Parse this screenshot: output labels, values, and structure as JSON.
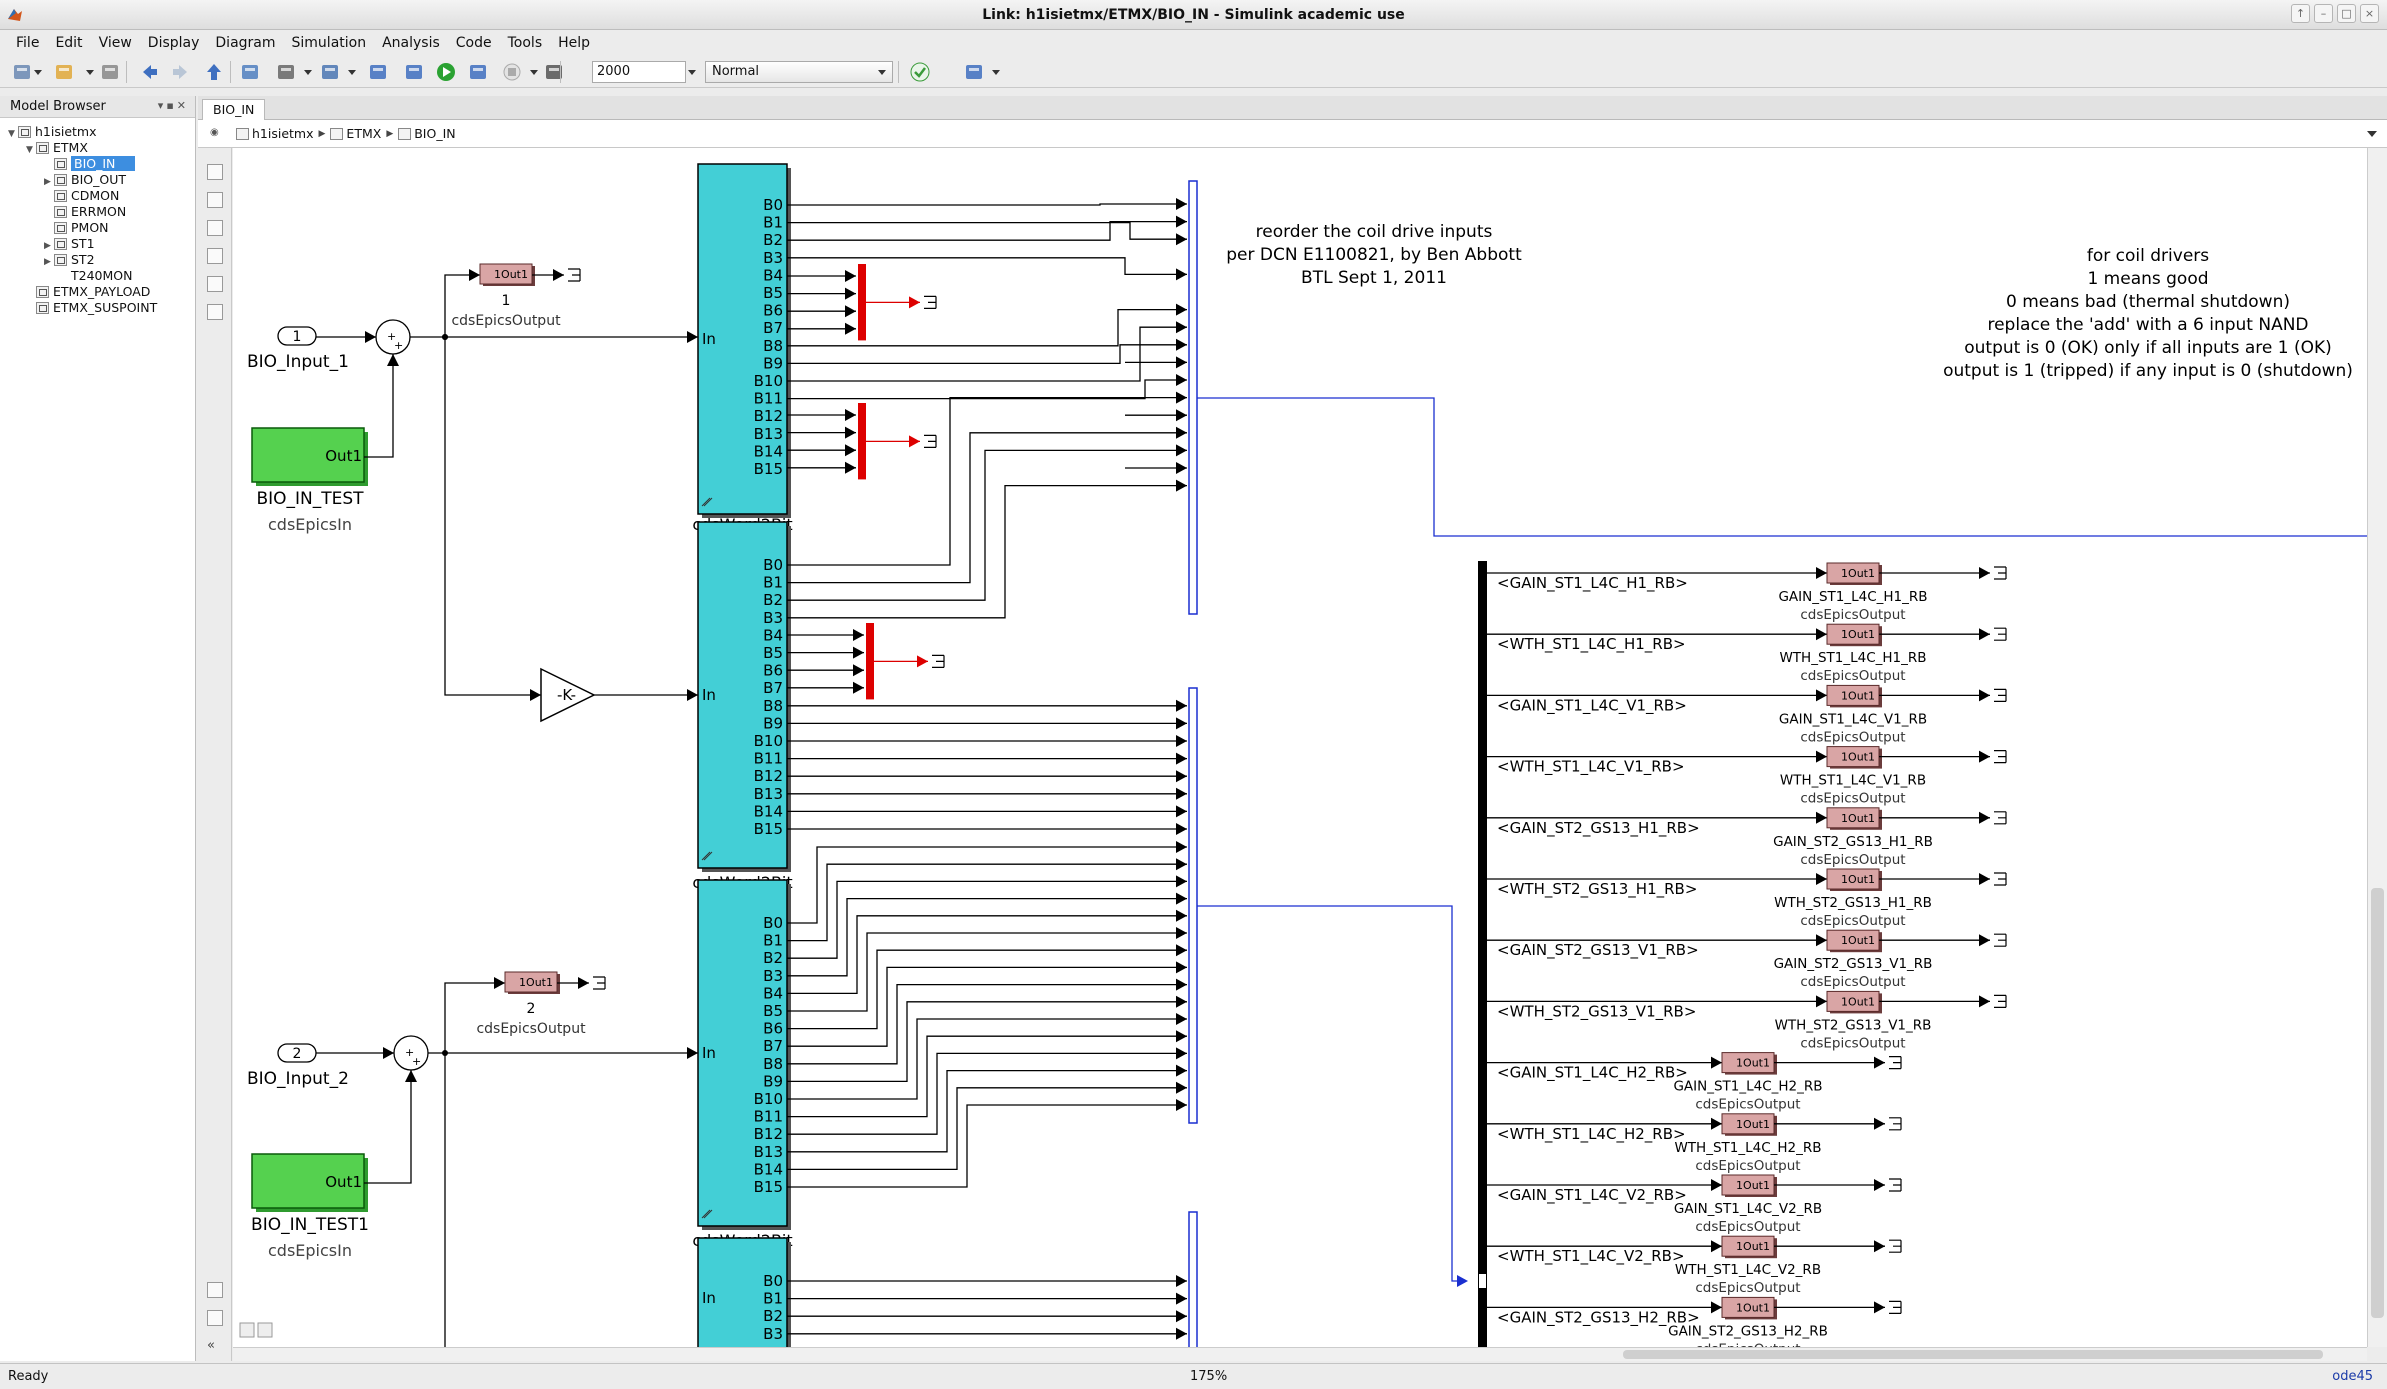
{
  "window": {
    "title": "Link: h1isietmx/ETMX/BIO_IN - Simulink academic use"
  },
  "menu": [
    "File",
    "Edit",
    "View",
    "Display",
    "Diagram",
    "Simulation",
    "Analysis",
    "Code",
    "Tools",
    "Help"
  ],
  "toolbar": {
    "stop_time": "2000",
    "sim_mode": "Normal"
  },
  "icons": [
    "new-model-icon",
    "open-icon",
    "save-icon",
    "back-icon",
    "forward-icon",
    "up-icon",
    "library-browser-icon",
    "model-config-icon",
    "grid-icon",
    "step-back-icon",
    "run-icon",
    "step-forward-icon",
    "stop-icon",
    "scope-icon",
    "check-icon",
    "table-icon"
  ],
  "browser": {
    "title": "Model Browser",
    "tree": [
      {
        "label": "h1isietmx",
        "indent": 0,
        "expander": "▼",
        "icon": true
      },
      {
        "label": "ETMX",
        "indent": 1,
        "expander": "▼",
        "icon": true
      },
      {
        "label": "BIO_IN",
        "indent": 2,
        "expander": "",
        "icon": true,
        "selected": true
      },
      {
        "label": "BIO_OUT",
        "indent": 2,
        "expander": "▶",
        "icon": true
      },
      {
        "label": "CDMON",
        "indent": 2,
        "expander": "",
        "icon": true
      },
      {
        "label": "ERRMON",
        "indent": 2,
        "expander": "",
        "icon": true
      },
      {
        "label": "PMON",
        "indent": 2,
        "expander": "",
        "icon": true
      },
      {
        "label": "ST1",
        "indent": 2,
        "expander": "▶",
        "icon": true
      },
      {
        "label": "ST2",
        "indent": 2,
        "expander": "▶",
        "icon": true
      },
      {
        "label": "T240MON",
        "indent": 2,
        "expander": "",
        "icon": false
      },
      {
        "label": "ETMX_PAYLOAD",
        "indent": 1,
        "expander": "",
        "icon": true
      },
      {
        "label": "ETMX_SUSPOINT",
        "indent": 1,
        "expander": "",
        "icon": true
      }
    ]
  },
  "tab": "BIO_IN",
  "breadcrumb": [
    "h1isietmx",
    "ETMX",
    "BIO_IN"
  ],
  "diagram": {
    "inports": [
      {
        "num": "1",
        "name": "BIO_Input_1"
      },
      {
        "num": "2",
        "name": "BIO_Input_2"
      }
    ],
    "test_blocks": [
      {
        "port": "Out1",
        "name": "BIO_IN_TEST",
        "lib": "cdsEpicsIn"
      },
      {
        "port": "Out1",
        "name": "BIO_IN_TEST1",
        "lib": "cdsEpicsIn"
      }
    ],
    "epics_out_top": [
      {
        "port": "1Out1",
        "num": "1",
        "lib": "cdsEpicsOutput"
      },
      {
        "port": "1Out1",
        "num": "2",
        "lib": "cdsEpicsOutput"
      }
    ],
    "gain": "-K-",
    "word2bit": {
      "name": "cdsWord2Bit",
      "in": "In",
      "bits": [
        "B0",
        "B1",
        "B2",
        "B3",
        "B4",
        "B5",
        "B6",
        "B7",
        "B8",
        "B9",
        "B10",
        "B11",
        "B12",
        "B13",
        "B14",
        "B15"
      ],
      "partial_bits": [
        "B0",
        "B1",
        "B2",
        "B3"
      ]
    },
    "note1": [
      "reorder the coil drive inputs",
      "per DCN E1100821, by Ben Abbott",
      "BTL Sept 1, 2011"
    ],
    "note2": [
      "for coil drivers",
      "1 means good",
      "0 means bad (thermal shutdown)",
      "replace the 'add' with a 6 input NAND",
      "output is 0 (OK) only if all inputs are 1 (OK)",
      "output is 1 (tripped) if any input is 0 (shutdown)"
    ],
    "bus_signals": [
      "<GAIN_ST1_L4C_H1_RB>",
      "<WTH_ST1_L4C_H1_RB>",
      "<GAIN_ST1_L4C_V1_RB>",
      "<WTH_ST1_L4C_V1_RB>",
      "<GAIN_ST2_GS13_H1_RB>",
      "<WTH_ST2_GS13_H1_RB>",
      "<GAIN_ST2_GS13_V1_RB>",
      "<WTH_ST2_GS13_V1_RB>",
      "<GAIN_ST1_L4C_H2_RB>",
      "<WTH_ST1_L4C_H2_RB>",
      "<GAIN_ST1_L4C_V2_RB>",
      "<WTH_ST1_L4C_V2_RB>",
      "<GAIN_ST2_GS13_H2_RB>"
    ],
    "rb_blocks": [
      "GAIN_ST1_L4C_H1_RB",
      "WTH_ST1_L4C_H1_RB",
      "GAIN_ST1_L4C_V1_RB",
      "WTH_ST1_L4C_V1_RB",
      "GAIN_ST2_GS13_H1_RB",
      "WTH_ST2_GS13_H1_RB",
      "GAIN_ST2_GS13_V1_RB",
      "WTH_ST2_GS13_V1_RB",
      "GAIN_ST1_L4C_H2_RB",
      "WTH_ST1_L4C_H2_RB",
      "GAIN_ST1_L4C_V2_RB",
      "WTH_ST1_L4C_V2_RB",
      "GAIN_ST2_GS13_H2_RB"
    ],
    "rb_port": "1Out1",
    "rb_lib": "cdsEpicsOutput"
  },
  "status": {
    "left": "Ready",
    "zoom": "175%",
    "solver": "ode45"
  }
}
